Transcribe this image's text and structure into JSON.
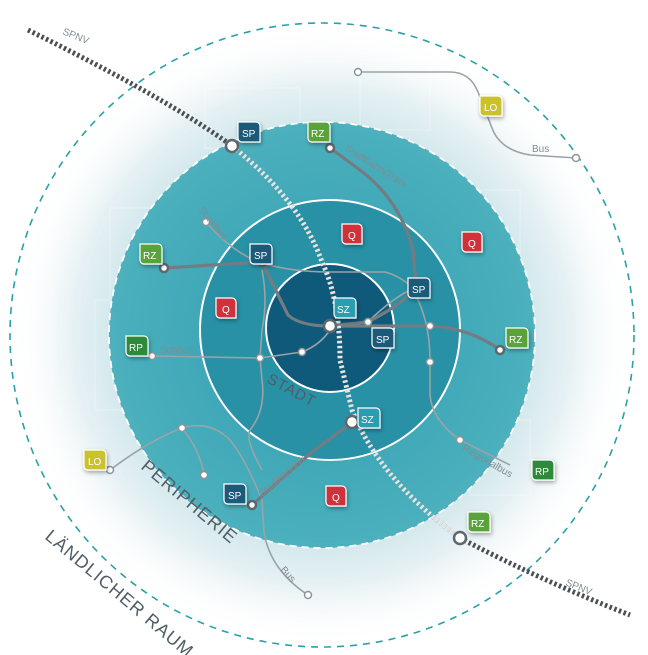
{
  "zones": {
    "stadt": "STADT",
    "peripherie": "PERIPHERIE",
    "laendlicher_raum": "LÄNDLICHER RAUM"
  },
  "routes": {
    "spnv_top": "SPNV",
    "spnv_bottom": "SPNV",
    "bus_top": "Bus",
    "bus_bottom": "Bus",
    "stadtbahn_top": "Stadtbahn/Tram",
    "stadtbahn_bottom": "Stadtbahn/Tr",
    "stadtbus": "Stadtbus",
    "schnellbus": "Schnell",
    "regionalbus": "Regionalbus"
  },
  "badges": {
    "sp_top": "SP",
    "rz_top": "RZ",
    "lo_top": "LO",
    "rz_left": "RZ",
    "sp_inner_left": "SP",
    "q_mid_top": "Q",
    "q_right_top": "Q",
    "sp_inner_right": "SP",
    "sz_center": "SZ",
    "q_left": "Q",
    "rp_left": "RP",
    "sp_center": "SP",
    "rz_right": "RZ",
    "sz_lower": "SZ",
    "lo_left": "LO",
    "rp_right": "RP",
    "sp_bottom": "SP",
    "q_bottom": "Q",
    "rz_bottom": "RZ"
  },
  "colors": {
    "sp": "#1f5a7a",
    "sz": "#2a9db0",
    "rz": "#5aa33a",
    "rp": "#2f8a3a",
    "q": "#d0303a",
    "lo": "#c9c22a",
    "core": "#0f5a7a",
    "stadt_ring": "#2590a5",
    "peripherie": "#4fb0bd",
    "laendlich_dash": "#2aa0a8",
    "route": "#8a9498",
    "spnv": "#4a4f55"
  }
}
